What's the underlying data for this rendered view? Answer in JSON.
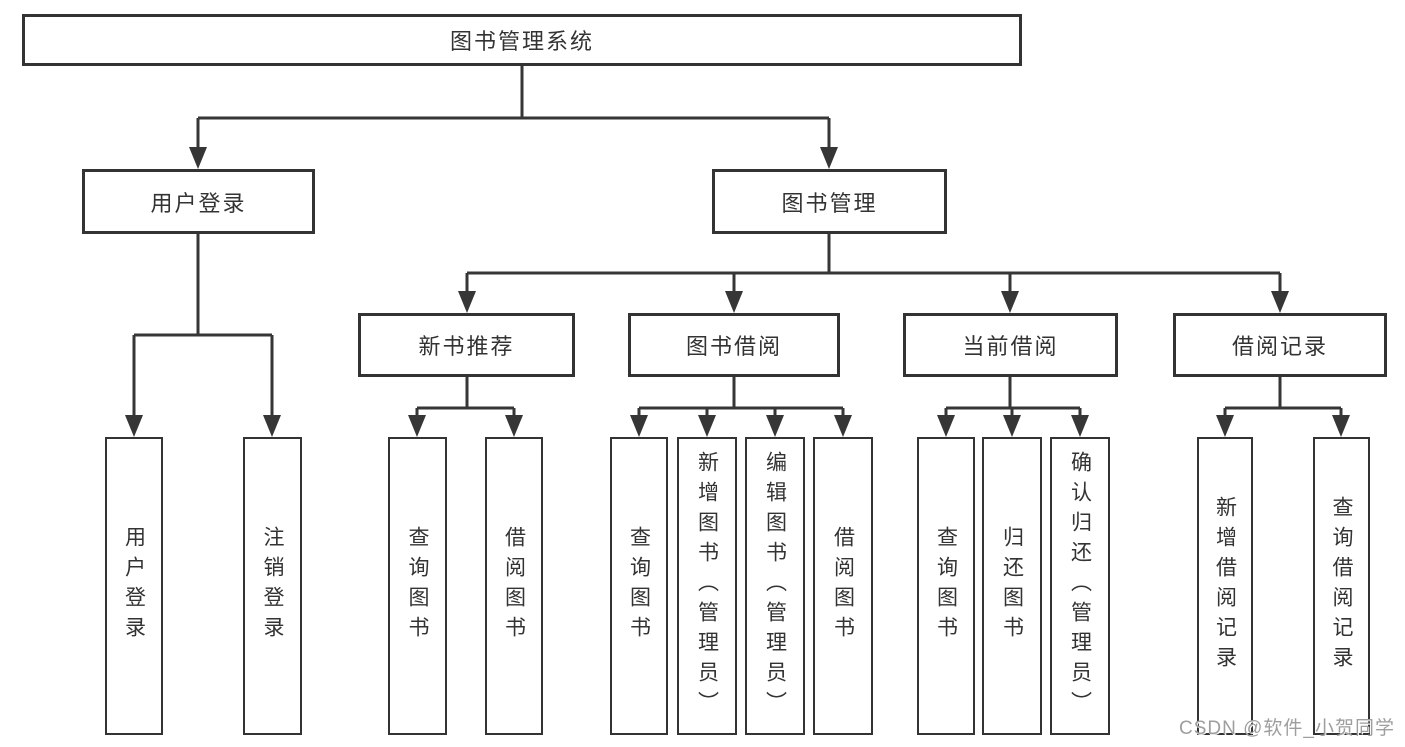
{
  "diagram": {
    "title": "图书管理系统",
    "level2": {
      "user_login": "用户登录",
      "book_mgmt": "图书管理"
    },
    "level3": {
      "new_books": "新书推荐",
      "borrowing": "图书借阅",
      "current": "当前借阅",
      "records": "借阅记录"
    },
    "leaves": {
      "user_login": [
        "用户登录",
        "注销登录"
      ],
      "new_books": [
        "查询图书",
        "借阅图书"
      ],
      "borrowing": [
        "查询图书",
        "新增图书（管理员）",
        "编辑图书（管理员）",
        "借阅图书"
      ],
      "current": [
        "查询图书",
        "归还图书",
        "确认归还（管理员）"
      ],
      "records": [
        "新增借阅记录",
        "查询借阅记录"
      ]
    }
  },
  "watermark": "CSDN @软件_小贺同学",
  "colors": {
    "line": "#363636",
    "text": "#333333",
    "watermark": "#9e9e9e",
    "background": "#ffffff"
  }
}
